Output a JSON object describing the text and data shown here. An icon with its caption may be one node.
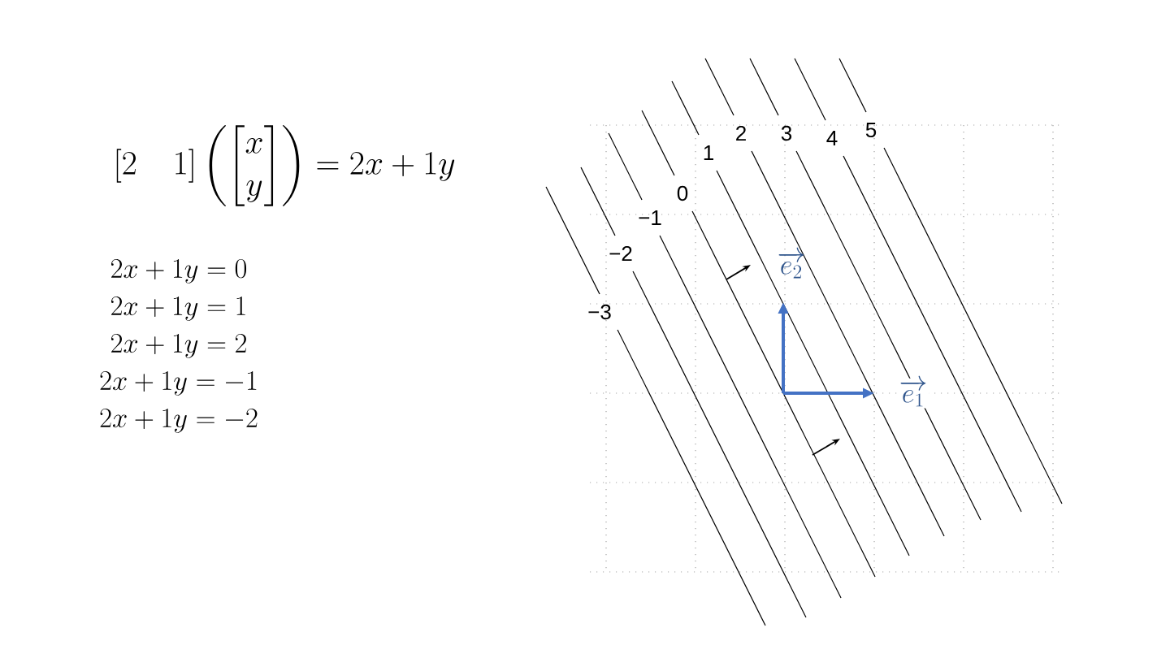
{
  "diagram": {
    "labels": [
      "[2\\quad 1]\\left(\\begin{bmatrix}x\\\\y\\end{bmatrix}\\right)=2x+1y",
      "2x+1y=0",
      "2x+1y=1",
      "2x+1y=2",
      "2x+1y=-1",
      "2x+1y=-2",
      "−3",
      "−2",
      "−1",
      "0",
      "1",
      "2",
      "3",
      "4",
      "5",
      "\\overrightarrow{e_2}",
      "\\overrightarrow{e_1}"
    ]
  }
}
